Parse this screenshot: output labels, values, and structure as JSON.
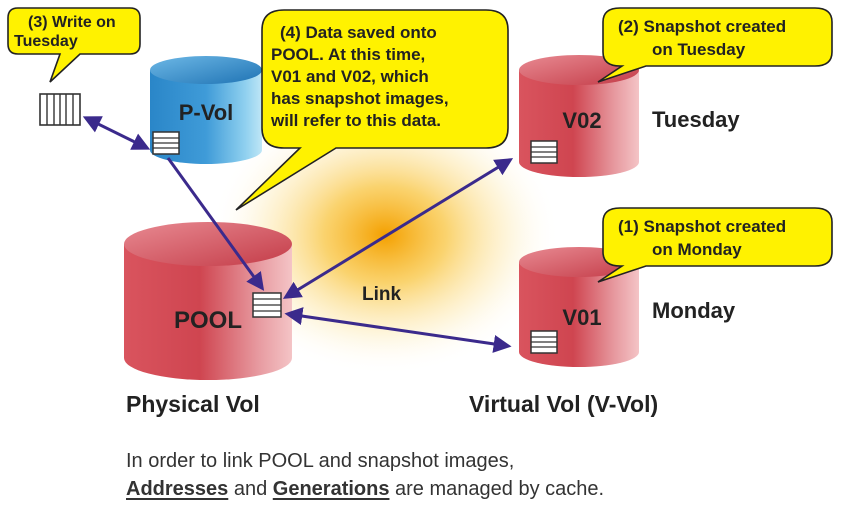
{
  "callouts": {
    "write_tuesday": [
      "(3) Write on",
      "Tuesday"
    ],
    "data_saved": [
      "(4) Data saved onto",
      "POOL. At this time,",
      "V01 and V02, which",
      "has snapshot images,",
      "will refer to this data."
    ],
    "snapshot_tuesday": [
      "(2) Snapshot created",
      "on Tuesday"
    ],
    "snapshot_monday": [
      "(1) Snapshot created",
      "on Monday"
    ]
  },
  "volumes": {
    "pvol": "P-Vol",
    "pool": "POOL",
    "v02": "V02",
    "v01": "V01"
  },
  "labels": {
    "tuesday": "Tuesday",
    "monday": "Monday",
    "link": "Link",
    "physical_vol": "Physical Vol",
    "virtual_vol": "Virtual Vol (V-Vol)"
  },
  "footer": {
    "line1": "In order to link POOL and snapshot images,",
    "addresses": "Addresses",
    "and": " and ",
    "generations": "Generations",
    "rest": " are managed by cache."
  },
  "colors": {
    "callout_fill": "#fff200",
    "red_cylinder": "#d04a55",
    "blue_cylinder": "#2f8fd0",
    "arrow": "#3b2a8c",
    "glow": "#f5a800"
  }
}
